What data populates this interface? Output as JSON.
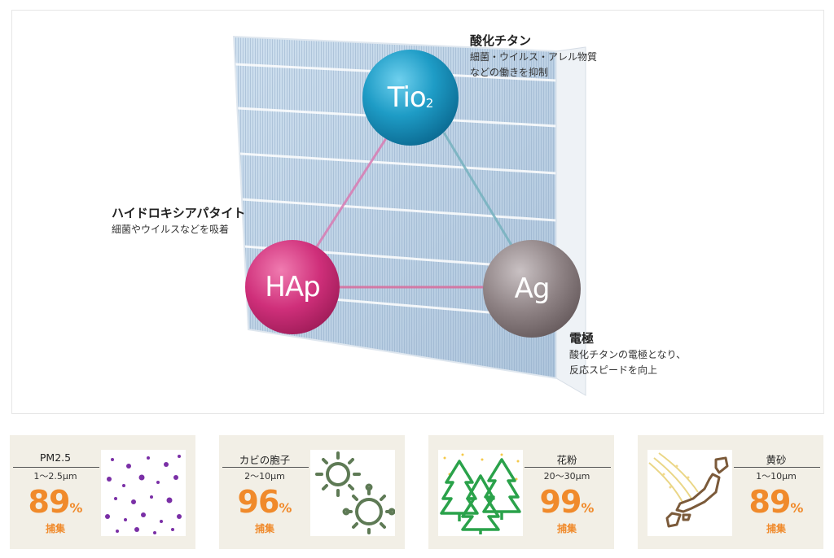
{
  "hero": {
    "tio": {
      "symbol": "Tio",
      "subscript": "2",
      "title": "酸化チタン",
      "desc_line1": "細菌・ウイルス・アレル物質",
      "desc_line2": "などの働きを抑制"
    },
    "hap": {
      "symbol": "HAp",
      "title": "ハイドロキシアパタイト",
      "desc_line1": "細菌やウイルスなどを吸着"
    },
    "ag": {
      "symbol": "Ag",
      "title": "電極",
      "desc_line1": "酸化チタンの電極となり、",
      "desc_line2": "反応スピードを向上"
    }
  },
  "cards": [
    {
      "name": "PM2.5",
      "range": "1～2.5μm",
      "pct": "89",
      "unit": "%",
      "caption": "捕集",
      "icon": "dots-icon"
    },
    {
      "name": "カビの胞子",
      "range": "2～10μm",
      "pct": "96",
      "unit": "%",
      "caption": "捕集",
      "icon": "virus-icon"
    },
    {
      "name": "花粉",
      "range": "20～30μm",
      "pct": "99",
      "unit": "%",
      "caption": "捕集",
      "icon": "tree-icon"
    },
    {
      "name": "黄砂",
      "range": "1～10μm",
      "pct": "89",
      "unit": "%",
      "caption": "捕集",
      "icon": "japan-map-icon"
    }
  ],
  "colors": {
    "accent_orange": "#f08a2b",
    "card_bg": "#f2efe6",
    "tio_blue": "#1e9cc6",
    "hap_magenta": "#cf2f7a",
    "ag_gray": "#8f8385",
    "purple_dots": "#7a2fa6",
    "tree_green": "#2aa24a",
    "virus_green": "#5e7a55",
    "map_brown": "#7b5a3a"
  }
}
